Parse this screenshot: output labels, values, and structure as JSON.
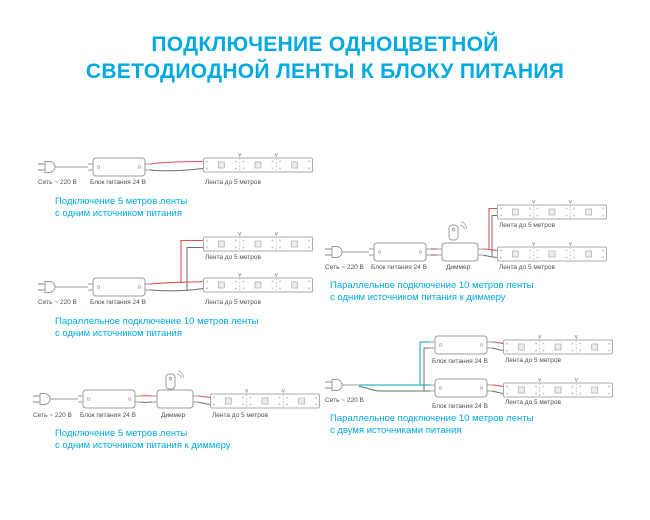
{
  "title": {
    "line1": "ПОДКЛЮЧЕНИЕ ОДНОЦВЕТНОЙ",
    "line2": "СВЕТОДИОДНОЙ ЛЕНТЫ К БЛОКУ ПИТАНИЯ"
  },
  "labels": {
    "mains": "Сеть ~ 220 В",
    "psu": "Блок питания 24 В",
    "dimmer": "Диммер",
    "strip": "Лента до 5 метров"
  },
  "diagrams": [
    {
      "caption_line1": "Подключение 5 метров ленты",
      "caption_line2": "с одним источником питания"
    },
    {
      "caption_line1": "Параллельное подключение 10 метров ленты",
      "caption_line2": "с одним источником питания"
    },
    {
      "caption_line1": "Подключение 5 метров ленты",
      "caption_line2": "с одним источником питания к диммеру"
    },
    {
      "caption_line1": "Параллельное подключение 10 метров ленты",
      "caption_line2": "с одним источником питания к диммеру"
    },
    {
      "caption_line1": "Параллельное подключение 10 метров ленты",
      "caption_line2": "с двумя источниками питания"
    }
  ],
  "colors": {
    "accent": "#00A9E0",
    "wire_red": "#E05252",
    "wire_dark": "#6E6E6E",
    "wire_blue": "#35B6CE",
    "outline": "#9C9C9C",
    "label_text": "#4F4F4F",
    "background": "#FFFFFF"
  }
}
